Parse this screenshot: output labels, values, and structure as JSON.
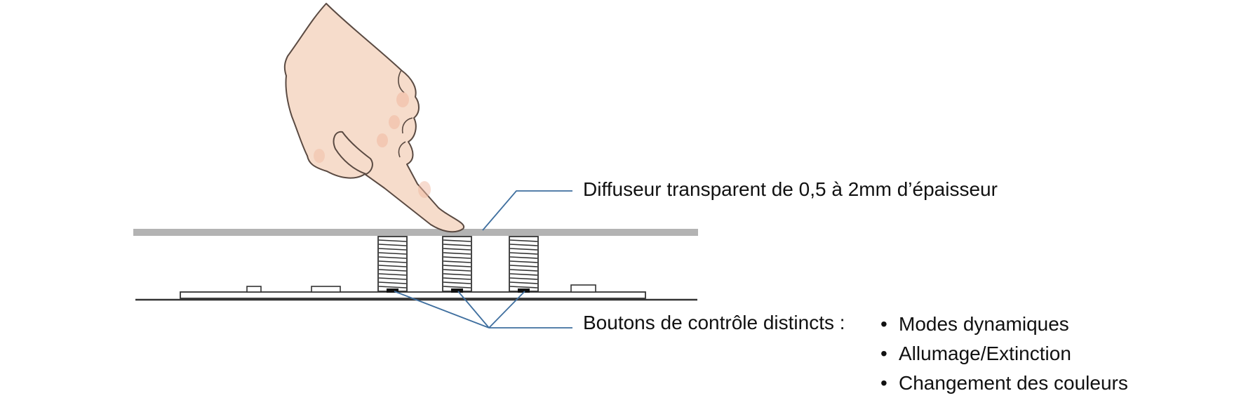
{
  "labels": {
    "diffuser": "Diffuseur transparent de 0,5 à 2mm d’épaisseur",
    "buttons": "Boutons de contrôle distincts :"
  },
  "features": [
    "Modes dynamiques",
    "Allumage/Extinction",
    "Changement des couleurs"
  ],
  "colors": {
    "diffuser": "#b3b3b3",
    "leader_line": "#3f6f9f",
    "skin": "#f6dccb",
    "skin_outline": "#5a4a42",
    "board_outline": "#333333",
    "text": "#111111"
  },
  "icons": {
    "hand": "pointing-hand-icon",
    "spring": "spring-button-icon"
  }
}
